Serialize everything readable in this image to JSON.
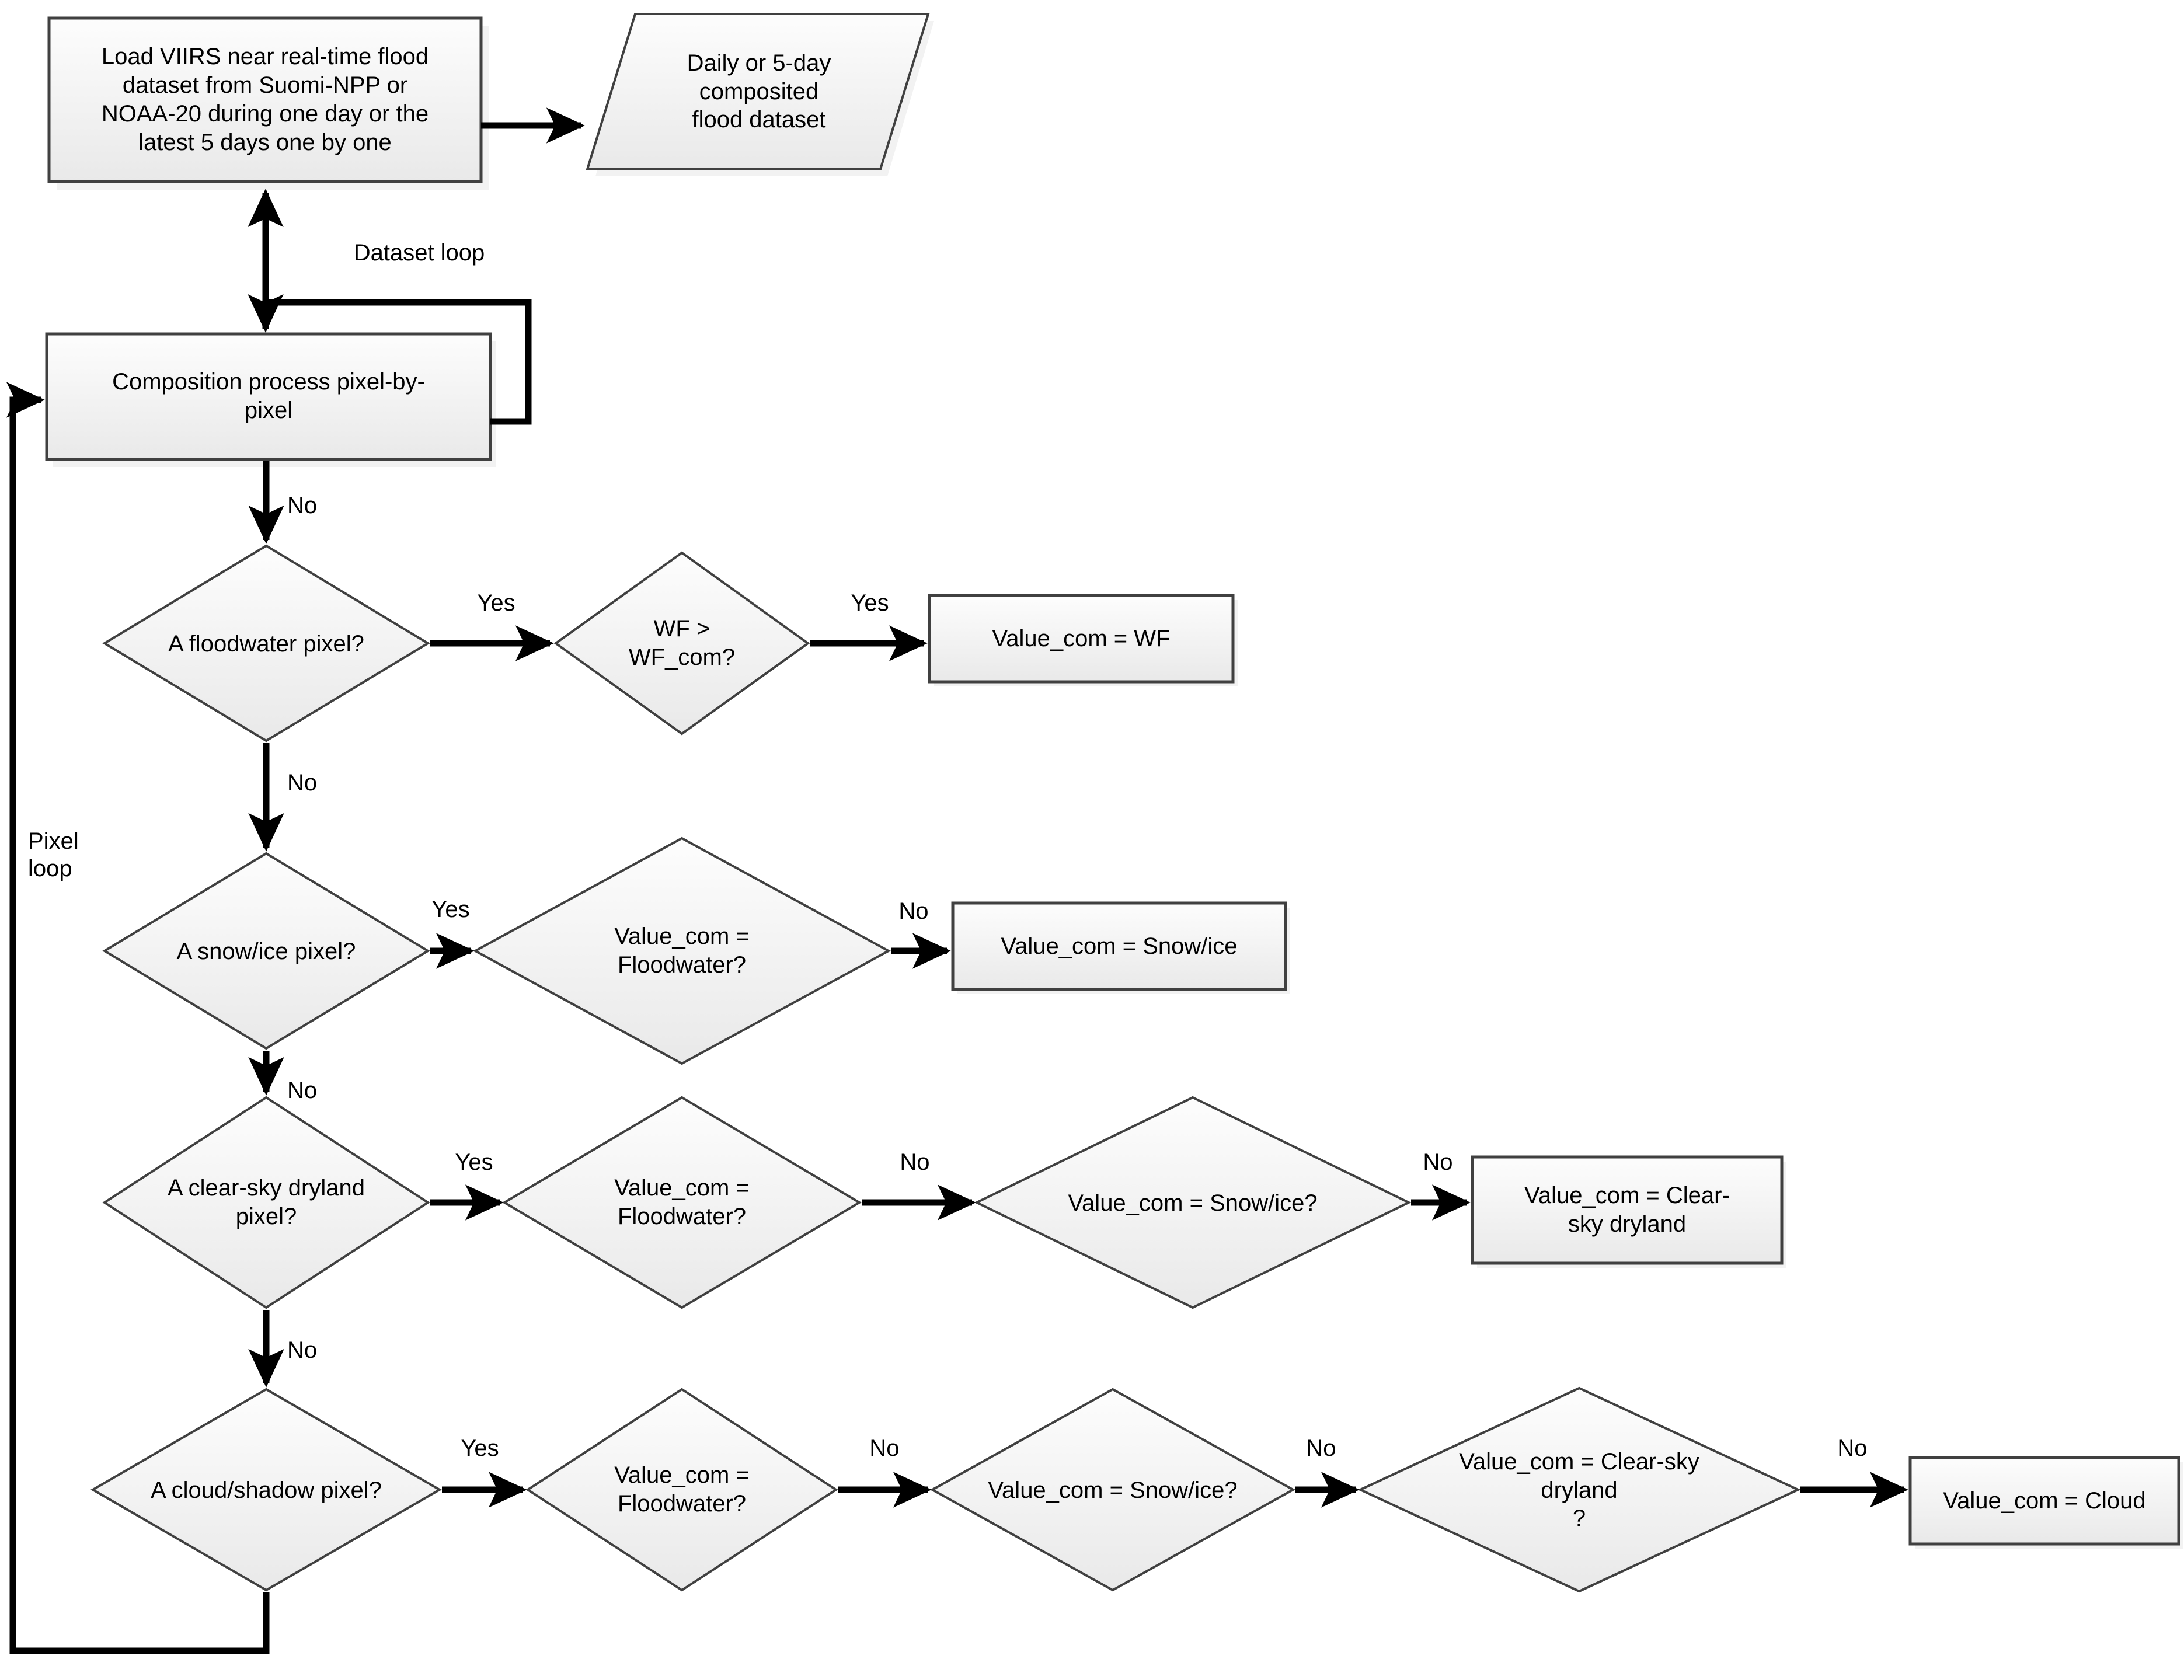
{
  "diagram": {
    "title": "VIIRS near real-time flood dataset composition flowchart",
    "colors": {
      "shape_fill_top": "#fbfbfb",
      "shape_fill_bottom": "#ececec",
      "shape_stroke": "#404040",
      "connector": "#000000",
      "background": "#ffffff"
    },
    "nodes": [
      {
        "id": "load-dataset",
        "shape": "process",
        "label": "Load VIIRS near real-time flood\ndataset from Suomi-NPP or\nNOAA-20 during one day or the\nlatest 5 days one by one"
      },
      {
        "id": "composited-output",
        "shape": "data-parallelogram",
        "label": "Daily or 5-day\ncomposited\nflood dataset"
      },
      {
        "id": "composition-process",
        "shape": "process",
        "label": "Composition process pixel-by-\npixel"
      },
      {
        "id": "d-floodwater",
        "shape": "decision",
        "label": "A floodwater pixel?"
      },
      {
        "id": "d-wf-compare",
        "shape": "decision",
        "label": "WF >\nWF_com?"
      },
      {
        "id": "out-wf",
        "shape": "process",
        "label": "Value_com = WF"
      },
      {
        "id": "d-snowice",
        "shape": "decision",
        "label": "A snow/ice pixel?"
      },
      {
        "id": "d-snowice-isflood",
        "shape": "decision",
        "label": "Value_com =\nFloodwater?"
      },
      {
        "id": "out-snowice",
        "shape": "process",
        "label": "Value_com = Snow/ice"
      },
      {
        "id": "d-dryland",
        "shape": "decision",
        "label": "A clear-sky dryland\npixel?"
      },
      {
        "id": "d-dryland-isflood",
        "shape": "decision",
        "label": "Value_com =\nFloodwater?"
      },
      {
        "id": "d-dryland-issnow",
        "shape": "decision",
        "label": "Value_com = Snow/ice?"
      },
      {
        "id": "out-dryland",
        "shape": "process",
        "label": "Value_com = Clear-\nsky dryland"
      },
      {
        "id": "d-cloud",
        "shape": "decision",
        "label": "A cloud/shadow pixel?"
      },
      {
        "id": "d-cloud-isflood",
        "shape": "decision",
        "label": "Value_com =\nFloodwater?"
      },
      {
        "id": "d-cloud-issnow",
        "shape": "decision",
        "label": "Value_com = Snow/ice?"
      },
      {
        "id": "d-cloud-isdryland",
        "shape": "decision",
        "label": "Value_com = Clear-sky\ndryland\n?"
      },
      {
        "id": "out-cloud",
        "shape": "process",
        "label": "Value_com = Cloud"
      }
    ],
    "edge_labels": {
      "dataset_loop": "Dataset loop",
      "pixel_loop": "Pixel\nloop",
      "composition_to_floodwater": "No",
      "floodwater_yes": "Yes",
      "wf_compare_yes": "Yes",
      "floodwater_no": "No",
      "snowice_yes": "Yes",
      "snowice_isflood_no": "No",
      "snowice_no": "No",
      "dryland_yes": "Yes",
      "dryland_isflood_no": "No",
      "dryland_issnow_no": "No",
      "dryland_no": "No",
      "cloud_yes": "Yes",
      "cloud_isflood_no": "No",
      "cloud_issnow_no": "No",
      "cloud_isdryland_no": "No"
    }
  }
}
